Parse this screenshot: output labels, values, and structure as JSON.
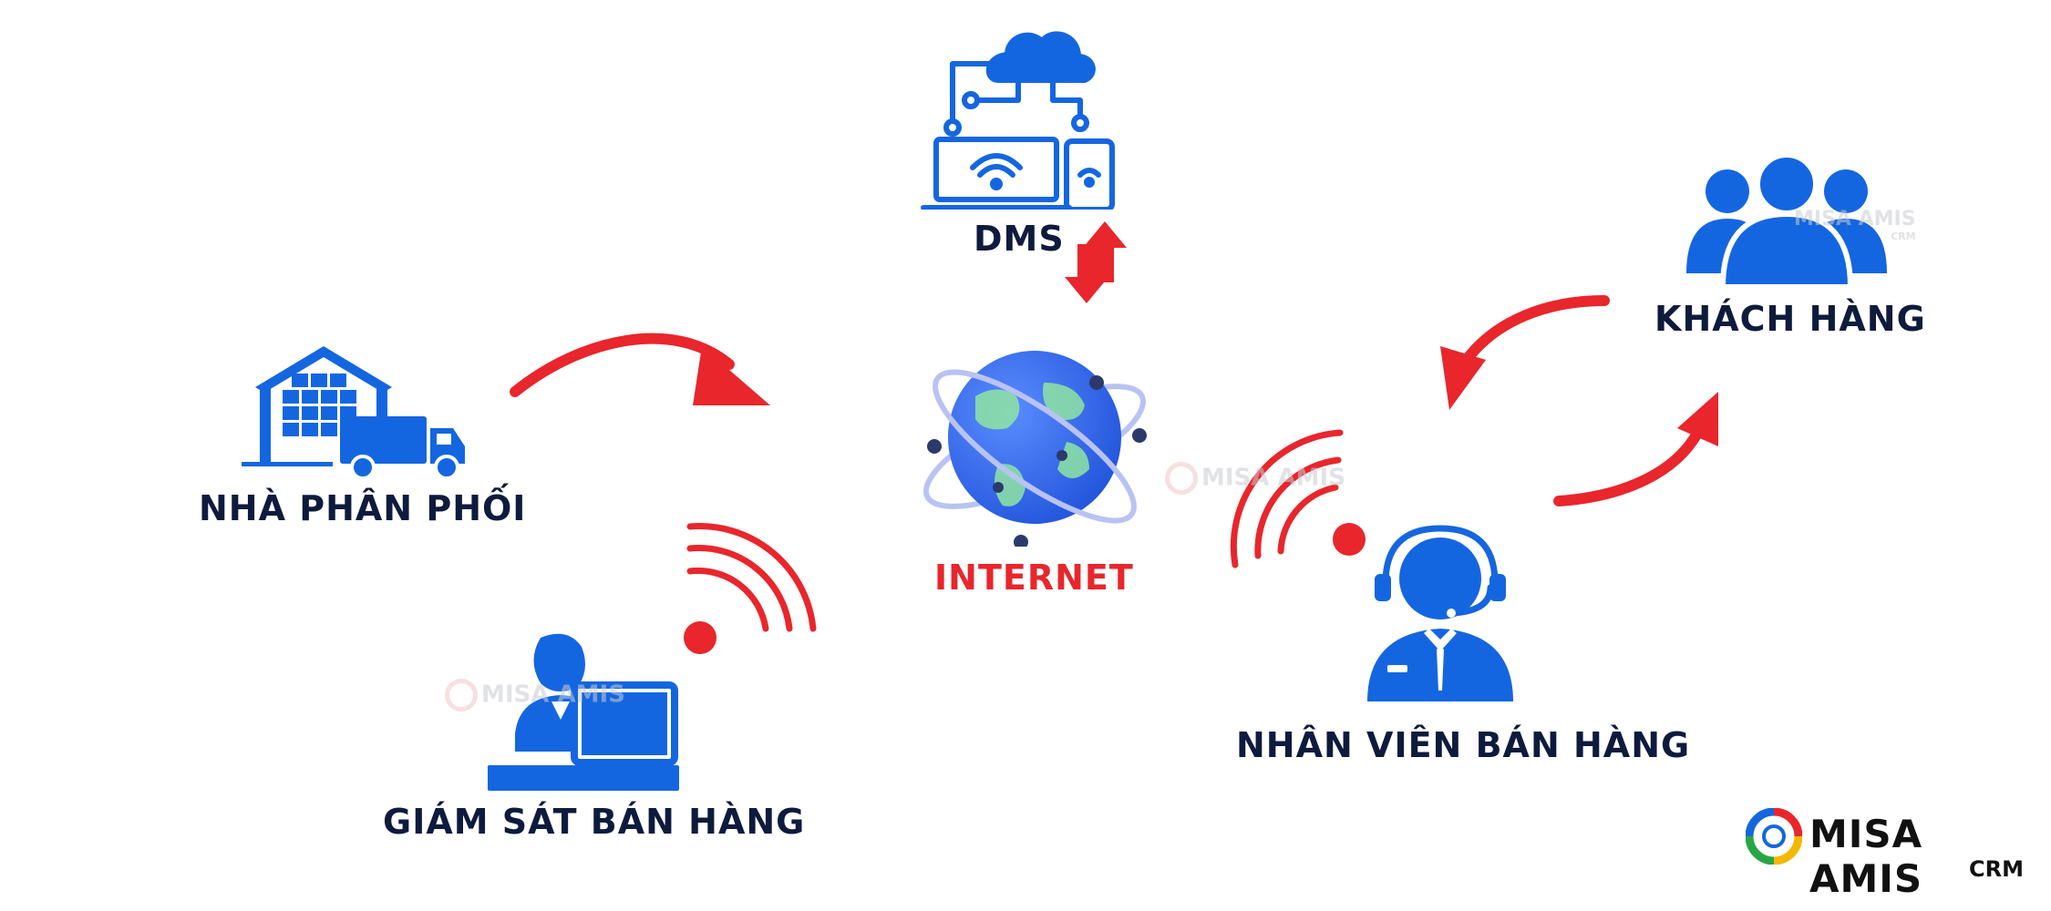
{
  "nodes": {
    "dms": {
      "label": "DMS",
      "icon": "devices-cloud-icon"
    },
    "internet": {
      "label": "INTERNET",
      "icon": "globe-network-icon"
    },
    "distributor": {
      "label": "NHÀ PHÂN PHỐI",
      "icon": "warehouse-truck-icon"
    },
    "supervisor": {
      "label": "GIÁM SÁT BÁN HÀNG",
      "icon": "supervisor-desk-icon"
    },
    "sales_staff": {
      "label": "NHÂN VIÊN BÁN HÀNG",
      "icon": "headset-agent-icon"
    },
    "customers": {
      "label": "KHÁCH HÀNG",
      "icon": "customer-group-icon"
    }
  },
  "logo": {
    "brand": "MISA AMIS",
    "product": "CRM"
  },
  "watermark": {
    "text": "MISA AMIS",
    "sub": "CRM"
  },
  "colors": {
    "blue": "#1466e0",
    "navy": "#0e1b3d",
    "red": "#e8262c",
    "internet_label": "#e8262c"
  }
}
